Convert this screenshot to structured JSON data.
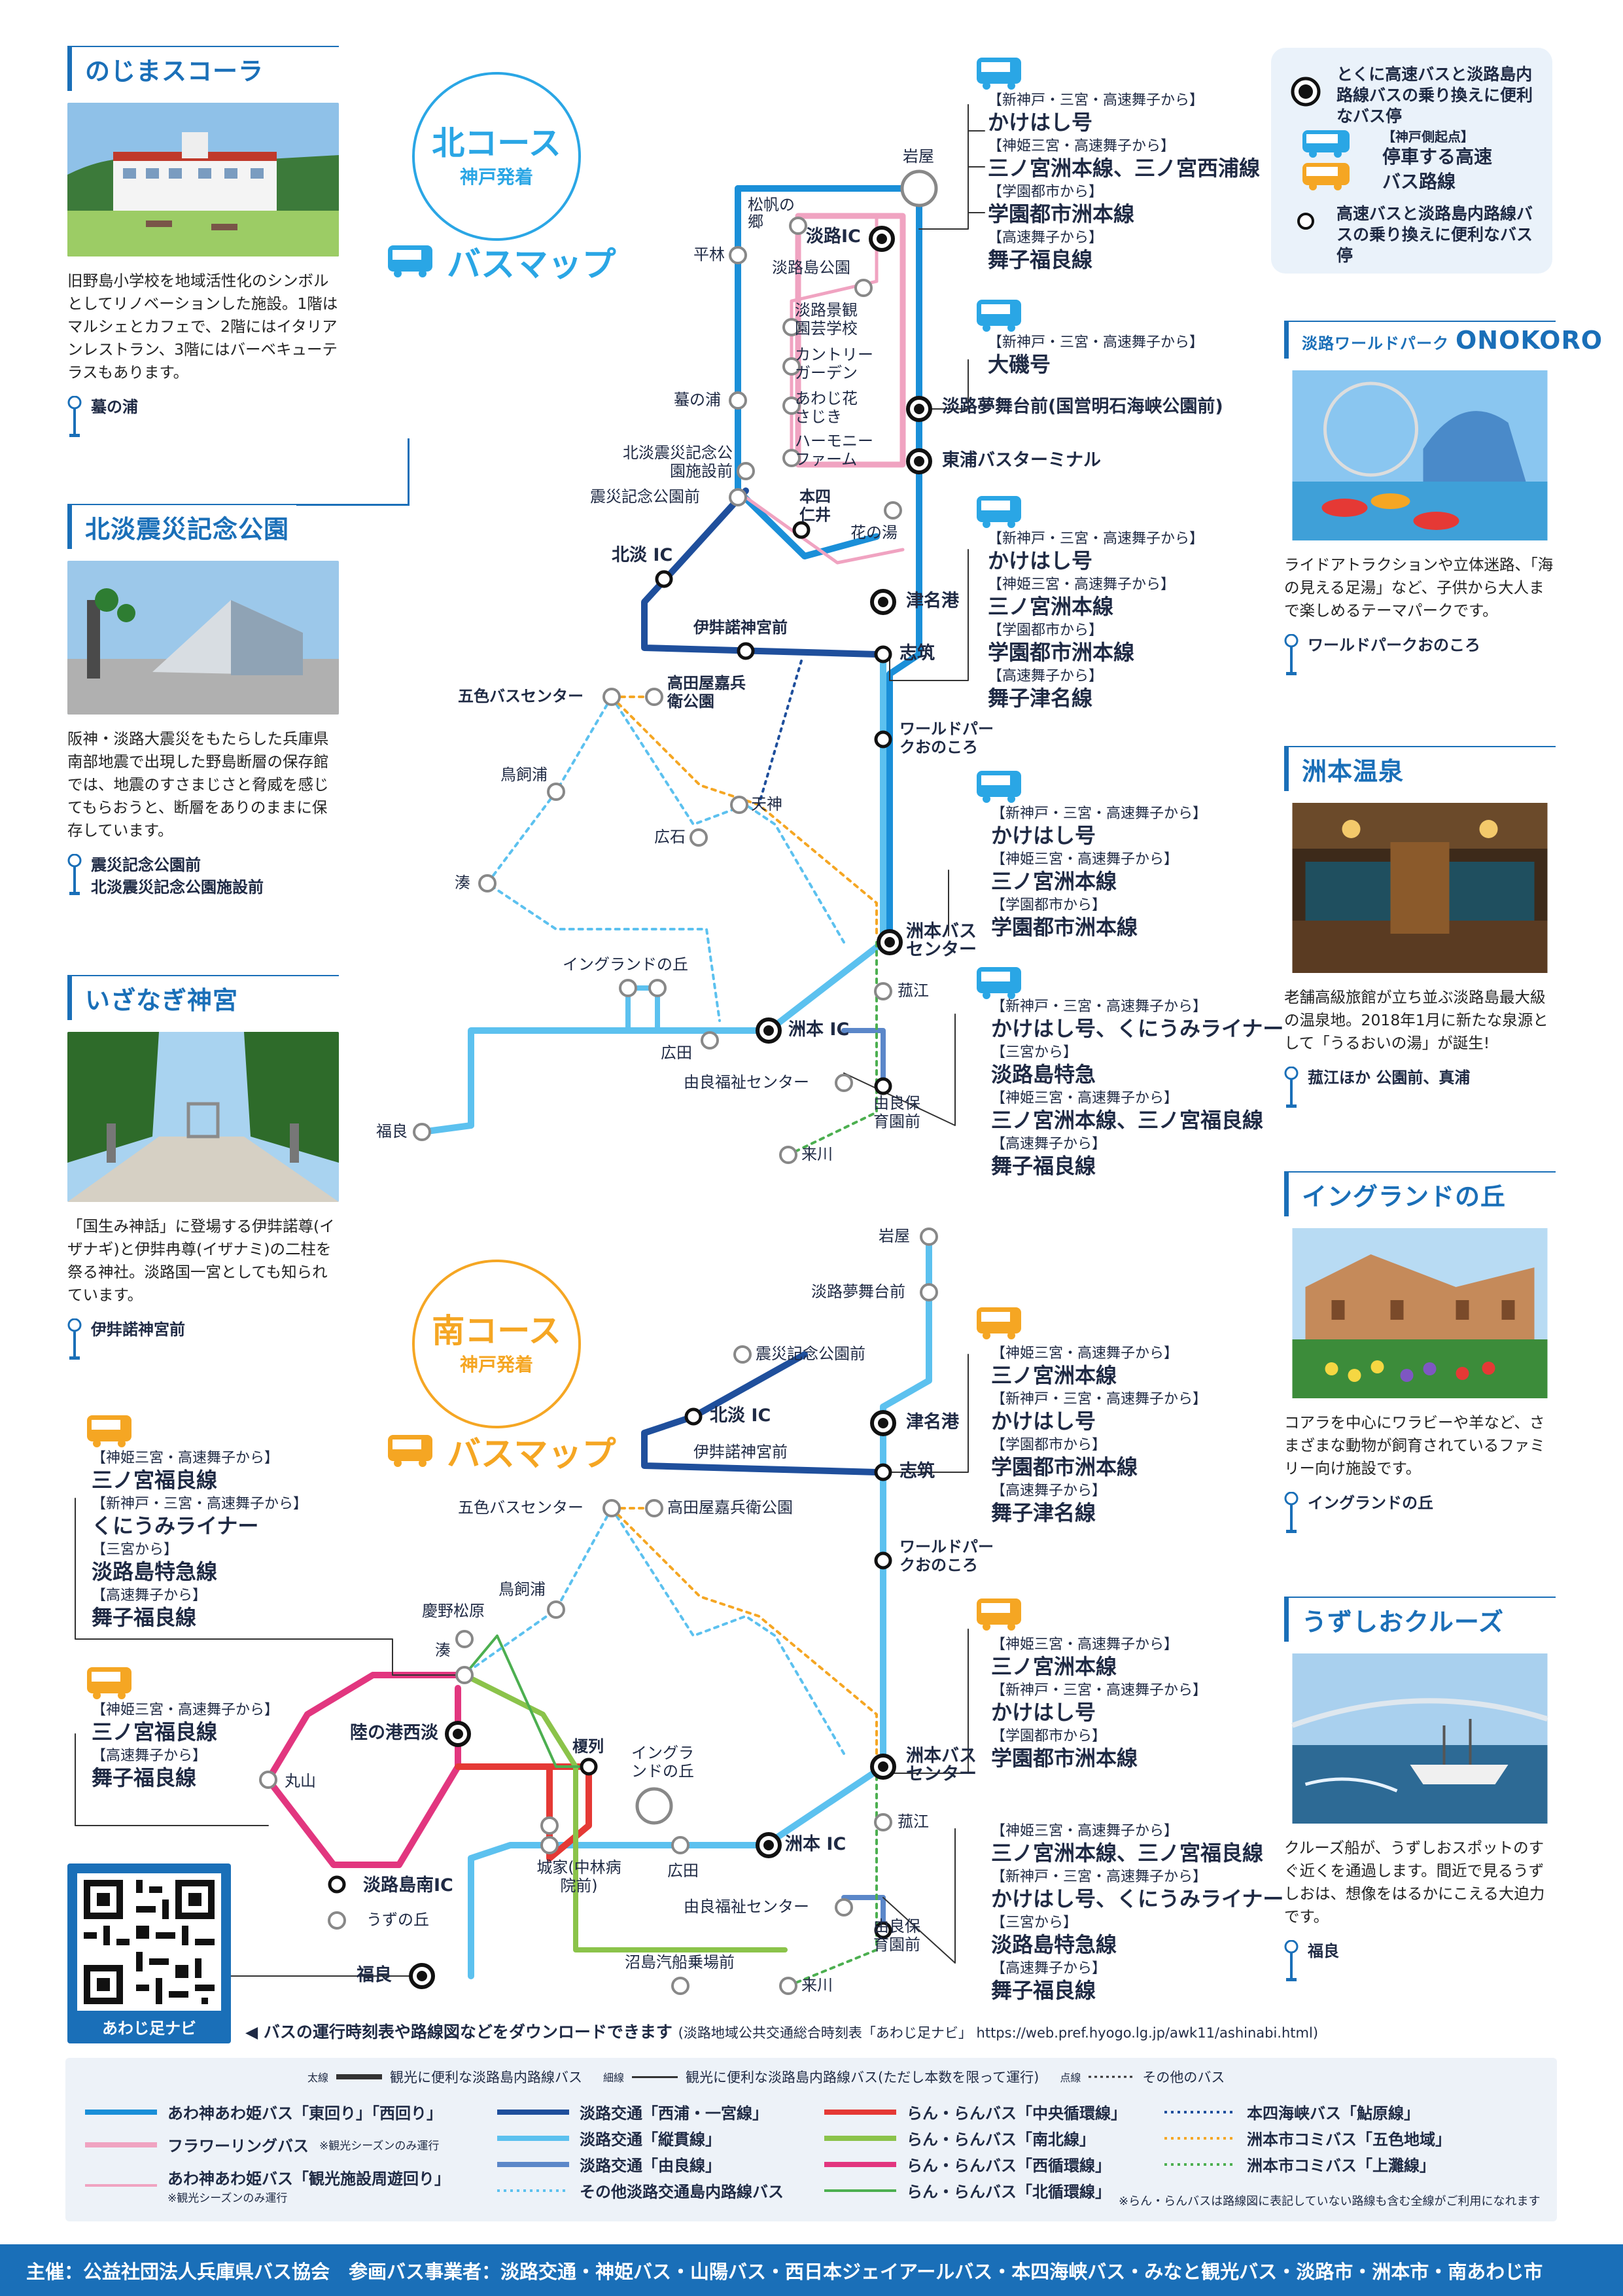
{
  "colors": {
    "blue_dark": "#1f4f9c",
    "blue_main": "#1a8fd8",
    "blue_light": "#5cc1ef",
    "pink": "#f0a3c1",
    "magenta": "#e2367f",
    "red": "#e53935",
    "green": "#8bc34a",
    "orange": "#f5a623",
    "title_blue": "#1a6fb8"
  },
  "left_panels": [
    {
      "title": "のじまスコーラ",
      "desc": "旧野島小学校を地域活性化のシンボルとしてリノベーションした施設。1階はマルシェとカフェで、2階にはイタリアンレストラン、3階にはバーベキューテラスもあります。",
      "stops": [
        "蟇の浦"
      ]
    },
    {
      "title": "北淡震災記念公園",
      "desc": "阪神・淡路大震災をもたらした兵庫県南部地震で出現した野島断層の保存館では、地震のすさまじさと脅威を感じてもらおうと、断層をありのままに保存しています。",
      "stops": [
        "震災記念公園前",
        "北淡震災記念公園施設前"
      ]
    },
    {
      "title": "いざなぎ神宮",
      "desc": "「国生み神話」に登場する伊弉諾尊(イザナギ)と伊弉冉尊(イザナミ)の二柱を祭る神社。淡路国一宮としても知られています。",
      "stops": [
        "伊弉諾神宮前"
      ]
    }
  ],
  "right_panels": [
    {
      "title_prefix": "淡路ワールドパーク",
      "title": "ONOKORO",
      "desc": "ライドアトラクションや立体迷路、「海の見える足湯」など、子供から大人まで楽しめるテーマパークです。",
      "stops": [
        "ワールドパークおのころ"
      ]
    },
    {
      "title": "洲本温泉",
      "desc": "老舗高級旅館が立ち並ぶ淡路島最大級の温泉地。2018年1月に新たな泉源として「うるおいの湯」が誕生!",
      "stops": [
        "菰江ほか 公園前、真浦"
      ]
    },
    {
      "title": "イングランドの丘",
      "desc": "コアラを中心にワラビーや羊など、さまざまな動物が飼育されているファミリー向け施設です。",
      "stops": [
        "イングランドの丘"
      ]
    },
    {
      "title": "うずしおクルーズ",
      "desc": "クルーズ船が、うずしおスポットのすぐ近くを通過します。間近で見るうずしおは、想像をはるかにこえる大迫力です。",
      "stops": [
        "福良"
      ]
    }
  ],
  "north": {
    "course": "北コース",
    "sub": "神戸発着",
    "busmap": "バスマップ"
  },
  "south": {
    "course": "南コース",
    "sub": "神戸発着",
    "busmap": "バスマップ"
  },
  "legend_top": {
    "big_stop": "とくに高速バスと淡路島内路線バスの乗り換えに便利なバス停",
    "kobe_origin": "【神戸側起点】",
    "kobe_lines": "停車する高速バス路線",
    "small_stop": "高速バスと淡路島内路線バスの乗り換えに便利なバス停"
  },
  "north_stops": {
    "iwaya": "岩屋",
    "awajiic": "淡路IC",
    "matsuho": "松帆の郷",
    "hirabayashi": "平林",
    "awajishimapark": "淡路島公園",
    "keikan": "淡路景観園芸学校",
    "country": "カントリーガーデン",
    "hanasajiki": "あわじ花さじき",
    "harmony": "ハーモニーファーム",
    "kusanoura": "蟇の浦",
    "yumebutai": "淡路夢舞台前(国営明石海峡公園前)",
    "higashiura": "東浦バスターミナル",
    "hokudan_memorial": "北淡震災記念公園施設前",
    "shinsai": "震災記念公園前",
    "honshi": "本四仁井",
    "hananoyu": "花の湯",
    "hokudan_ic": "北淡 IC",
    "tsuna": "津名港",
    "izanagi": "伊弉諾神宮前",
    "shizuki": "志筑",
    "goshiki": "五色バスセンター",
    "takataya": "高田屋嘉兵衛公園",
    "worldpark": "ワールドパークおのころ",
    "torikaiura": "鳥飼浦",
    "tenjin": "天神",
    "hiroishi": "広石",
    "minato": "湊",
    "sumoto_bc": "洲本バスセンター",
    "england": "イングランドの丘",
    "komoe": "菰江",
    "sumoto_ic": "洲本 IC",
    "hirota": "広田",
    "yura_fukushi": "由良福祉センター",
    "yura_hoiku": "由良保育園前",
    "fukura": "福良",
    "raisen": "来川"
  },
  "south_stops": {
    "iwaya": "岩屋",
    "yumebutai": "淡路夢舞台前",
    "shinsai": "震災記念公園前",
    "hokudan_ic": "北淡 IC",
    "tsuna": "津名港",
    "izanagi": "伊弉諾神宮前",
    "shizuki": "志筑",
    "goshiki": "五色バスセンター",
    "takataya": "高田屋嘉兵衛公園",
    "worldpark": "ワールドパークおのころ",
    "torikaiura": "鳥飼浦",
    "keinomatsubara": "慶野松原",
    "minato": "湊",
    "rikunominato": "陸の港西淡",
    "maruyama": "丸山",
    "kanpaku": "榎列",
    "england": "イングランドの丘",
    "sumoto_bc": "洲本バスセンター",
    "komoe": "菰江",
    "sumoto_ic": "洲本 IC",
    "hirota": "広田",
    "joke": "城家(中林病院前)",
    "awajinan_ic": "淡路島南IC",
    "uzunooka": "うずの丘",
    "yura_fukushi": "由良福祉センター",
    "yura_hoiku": "由良保育園前",
    "numashima": "沼島汽船乗場前",
    "raisen": "来川",
    "fukura": "福良"
  },
  "north_routes": [
    {
      "groups": [
        {
          "hdr": "【新神戸・三宮・高速舞子から】",
          "lines": [
            "かけはし号"
          ]
        },
        {
          "hdr": "【神姫三宮・高速舞子から】",
          "lines": [
            "三ノ宮洲本線、三ノ宮西浦線"
          ]
        },
        {
          "hdr": "【学園都市から】",
          "lines": [
            "学園都市洲本線"
          ]
        },
        {
          "hdr": "【高速舞子から】",
          "lines": [
            "舞子福良線"
          ]
        }
      ]
    },
    {
      "groups": [
        {
          "hdr": "【新神戸・三宮・高速舞子から】",
          "lines": [
            "大磯号"
          ]
        }
      ]
    },
    {
      "groups": [
        {
          "hdr": "【新神戸・三宮・高速舞子から】",
          "lines": [
            "かけはし号"
          ]
        },
        {
          "hdr": "【神姫三宮・高速舞子から】",
          "lines": [
            "三ノ宮洲本線"
          ]
        },
        {
          "hdr": "【学園都市から】",
          "lines": [
            "学園都市洲本線"
          ]
        },
        {
          "hdr": "【高速舞子から】",
          "lines": [
            "舞子津名線"
          ]
        }
      ]
    },
    {
      "groups": [
        {
          "hdr": "【新神戸・三宮・高速舞子から】",
          "lines": [
            "かけはし号"
          ]
        },
        {
          "hdr": "【神姫三宮・高速舞子から】",
          "lines": [
            "三ノ宮洲本線"
          ]
        },
        {
          "hdr": "【学園都市から】",
          "lines": [
            "学園都市洲本線"
          ]
        }
      ]
    },
    {
      "groups": [
        {
          "hdr": "【新神戸・三宮・高速舞子から】",
          "lines": [
            "かけはし号、くにうみライナー"
          ]
        },
        {
          "hdr": "【三宮から】",
          "lines": [
            "淡路島特急"
          ]
        },
        {
          "hdr": "【神姫三宮・高速舞子から】",
          "lines": [
            "三ノ宮洲本線、三ノ宮福良線"
          ]
        },
        {
          "hdr": "【高速舞子から】",
          "lines": [
            "舞子福良線"
          ]
        }
      ]
    }
  ],
  "south_routes": [
    {
      "groups": [
        {
          "hdr": "【神姫三宮・高速舞子から】",
          "lines": [
            "三ノ宮洲本線"
          ]
        },
        {
          "hdr": "【新神戸・三宮・高速舞子から】",
          "lines": [
            "かけはし号"
          ]
        },
        {
          "hdr": "【学園都市から】",
          "lines": [
            "学園都市洲本線"
          ]
        },
        {
          "hdr": "【高速舞子から】",
          "lines": [
            "舞子津名線"
          ]
        }
      ]
    },
    {
      "groups": [
        {
          "hdr": "【神姫三宮・高速舞子から】",
          "lines": [
            "三ノ宮洲本線"
          ]
        },
        {
          "hdr": "【新神戸・三宮・高速舞子から】",
          "lines": [
            "かけはし号"
          ]
        },
        {
          "hdr": "【学園都市から】",
          "lines": [
            "学園都市洲本線"
          ]
        }
      ]
    },
    {
      "groups": [
        {
          "hdr": "【神姫三宮・高速舞子から】",
          "lines": [
            "三ノ宮洲本線、三ノ宮福良線"
          ]
        },
        {
          "hdr": "【新神戸・三宮・高速舞子から】",
          "lines": [
            "かけはし号、くにうみライナー"
          ]
        },
        {
          "hdr": "【三宮から】",
          "lines": [
            "淡路島特急線"
          ]
        },
        {
          "hdr": "【高速舞子から】",
          "lines": [
            "舞子福良線"
          ]
        }
      ]
    },
    {
      "groups": [
        {
          "hdr": "【神姫三宮・高速舞子から】",
          "lines": [
            "三ノ宮福良線"
          ]
        },
        {
          "hdr": "【新神戸・三宮・高速舞子から】",
          "lines": [
            "くにうみライナー"
          ]
        },
        {
          "hdr": "【三宮から】",
          "lines": [
            "淡路島特急線"
          ]
        },
        {
          "hdr": "【高速舞子から】",
          "lines": [
            "舞子福良線"
          ]
        }
      ]
    },
    {
      "groups": [
        {
          "hdr": "【神姫三宮・高速舞子から】",
          "lines": [
            "三ノ宮福良線"
          ]
        },
        {
          "hdr": "【高速舞子から】",
          "lines": [
            "舞子福良線"
          ]
        }
      ]
    }
  ],
  "download": {
    "text": "◀ バスの運行時刻表や路線図などをダウンロードできます",
    "sub": "(淡路地域公共交通総合時刻表「あわじ足ナビ」 https://web.pref.hyogo.lg.jp/awk11/ashinabi.html)",
    "qr_label": "あわじ足ナビ"
  },
  "legend_bottom": {
    "thick_tag": "太線",
    "thick": "観光に便利な淡路島内路線バス",
    "thin_tag": "細線",
    "thin": "観光に便利な淡路島内路線バス(ただし本数を限って運行)",
    "dot_tag": "点線",
    "dot": "その他のバス",
    "items": [
      {
        "label": "あわ神あわ姫バス「東回り」「西回り」",
        "color": "#1a8fd8",
        "style": "solid"
      },
      {
        "label": "フラワーリングバス",
        "note": "※観光シーズンのみ運行",
        "color": "#f0a3c1",
        "style": "solid"
      },
      {
        "label": "あわ神あわ姫バス「観光施設周遊回り」",
        "note": "※観光シーズンのみ運行",
        "color": "#f0a3c1",
        "style": "thin"
      },
      {
        "label": "淡路交通「西浦・一宮線」",
        "color": "#1f4f9c",
        "style": "solid"
      },
      {
        "label": "淡路交通「縦貫線」",
        "color": "#5cc1ef",
        "style": "solid"
      },
      {
        "label": "淡路交通「由良線」",
        "color": "#5b87c9",
        "style": "solid"
      },
      {
        "label": "その他淡路交通島内路線バス",
        "color": "#5cc1ef",
        "style": "dot"
      },
      {
        "label": "らん・らんバス「中央循環線」",
        "color": "#e53935",
        "style": "solid"
      },
      {
        "label": "らん・らんバス「南北線」",
        "color": "#8bc34a",
        "style": "solid"
      },
      {
        "label": "らん・らんバス「西循環線」",
        "color": "#e2367f",
        "style": "solid"
      },
      {
        "label": "らん・らんバス「北循環線」",
        "color": "#4caf50",
        "style": "thin"
      },
      {
        "label": "本四海峡バス「鮎原線」",
        "color": "#1f4f9c",
        "style": "dot"
      },
      {
        "label": "洲本市コミバス「五色地域」",
        "color": "#f5a623",
        "style": "dot"
      },
      {
        "label": "洲本市コミバス「上灘線」",
        "color": "#4caf50",
        "style": "dot"
      }
    ],
    "footnote": "※らん・らんバスは路線図に表記していない路線も含む全線がご利用になれます"
  },
  "footer": "主催：公益社団法人兵庫県バス協会　参画バス事業者：淡路交通・神姫バス・山陽バス・西日本ジェイアールバス・本四海峡バス・みなと観光バス・淡路市・洲本市・南あわじ市"
}
